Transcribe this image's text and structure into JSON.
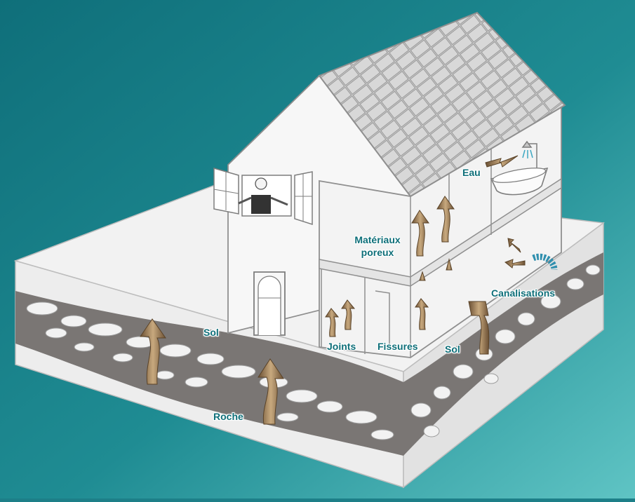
{
  "diagram": {
    "labels": {
      "eau": "Eau",
      "materiaux_line1": "Matériaux",
      "materiaux_line2": "poreux",
      "canalisations": "Canalisations",
      "sol_left": "Sol",
      "sol_right": "Sol",
      "joints": "Joints",
      "fissures": "Fissures",
      "roche": "Roche"
    },
    "colors": {
      "background_dark": "#0f6f7a",
      "background_light": "#5fc4c4",
      "house": "#f4f4f4",
      "soil_band": "#7a7674",
      "arrow": "#9a7a55",
      "label_text": "#0e6f79"
    },
    "icons": [
      "radon-arrow",
      "shower-icon",
      "bathtub-icon",
      "pipe-icon",
      "person-icon",
      "door-icon",
      "roof-tiles"
    ]
  }
}
